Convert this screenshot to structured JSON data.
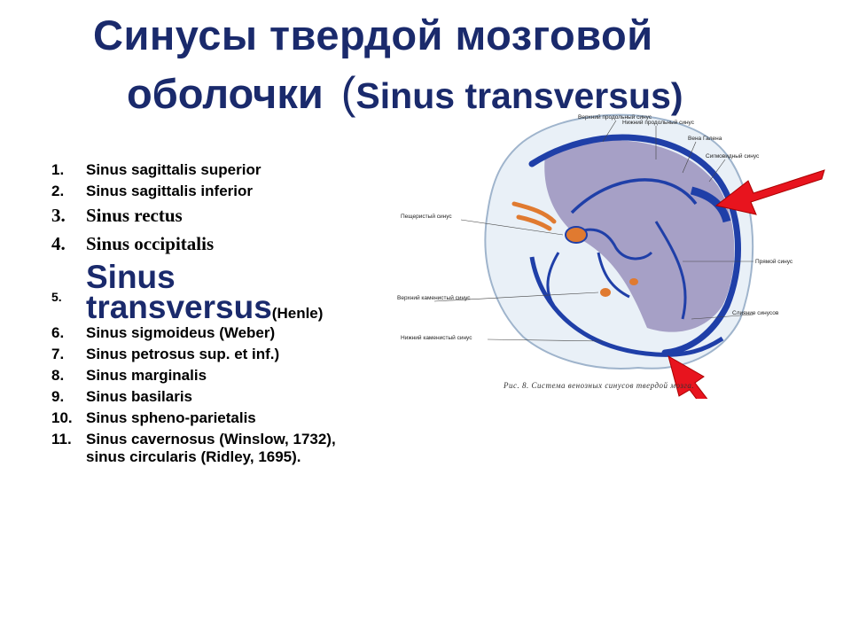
{
  "title": {
    "line1": "Синусы твердой  мозговой",
    "line2": "оболочки",
    "paren": "(",
    "latin": "Sinus transversus)"
  },
  "sinus_list": [
    {
      "num": "1.",
      "text": "Sinus sagittalis superior",
      "style": "sans"
    },
    {
      "num": "2.",
      "text": "Sinus sagittalis inferior",
      "style": "sans"
    },
    {
      "num": "3.",
      "text": "Sinus rectus",
      "style": "serif"
    },
    {
      "num": "4.",
      "text": "Sinus occipitalis",
      "style": "serif"
    },
    {
      "num": "5.",
      "text": "Sinus transversus",
      "note": "(Henle)",
      "style": "highlight"
    },
    {
      "num": "6.",
      "text": "Sinus sigmoideus (Weber)",
      "style": "sans"
    },
    {
      "num": "7.",
      "text": "Sinus  petrosus sup. et inf.)",
      "style": "sans"
    },
    {
      "num": "8.",
      "text": "Sinus marginalis",
      "style": "sans"
    },
    {
      "num": "9.",
      "text": "Sinus basilaris",
      "style": "sans"
    },
    {
      "num": "10.",
      "text": "Sinus spheno-parietalis",
      "style": "sans"
    },
    {
      "num": "11.",
      "text": "Sinus cavernosus (Winslow, 1732),  sinus circularis (Ridley, 1695).",
      "style": "sans"
    }
  ],
  "figure": {
    "labels": {
      "sup_sagittal": "Верхний продольный синус",
      "inf_sagittal": "Нижний продольный синус",
      "galen": "Вена Галена",
      "sigmoid": "Сигмовидный синус",
      "cavernous": "Пещеристый синус",
      "straight": "Прямой синус",
      "sup_petrosal": "Верхний каменистый синус",
      "confluence": "Слияние синусов",
      "inf_petrosal": "Нижний каменистый синус"
    },
    "caption": "Рис. 8. Система венозных синусов твердой мозга.",
    "colors": {
      "sinus": "#1f3fa8",
      "brain": "#8f85b5",
      "arrow": "#e8141e",
      "title": "#1a2a6c"
    }
  }
}
